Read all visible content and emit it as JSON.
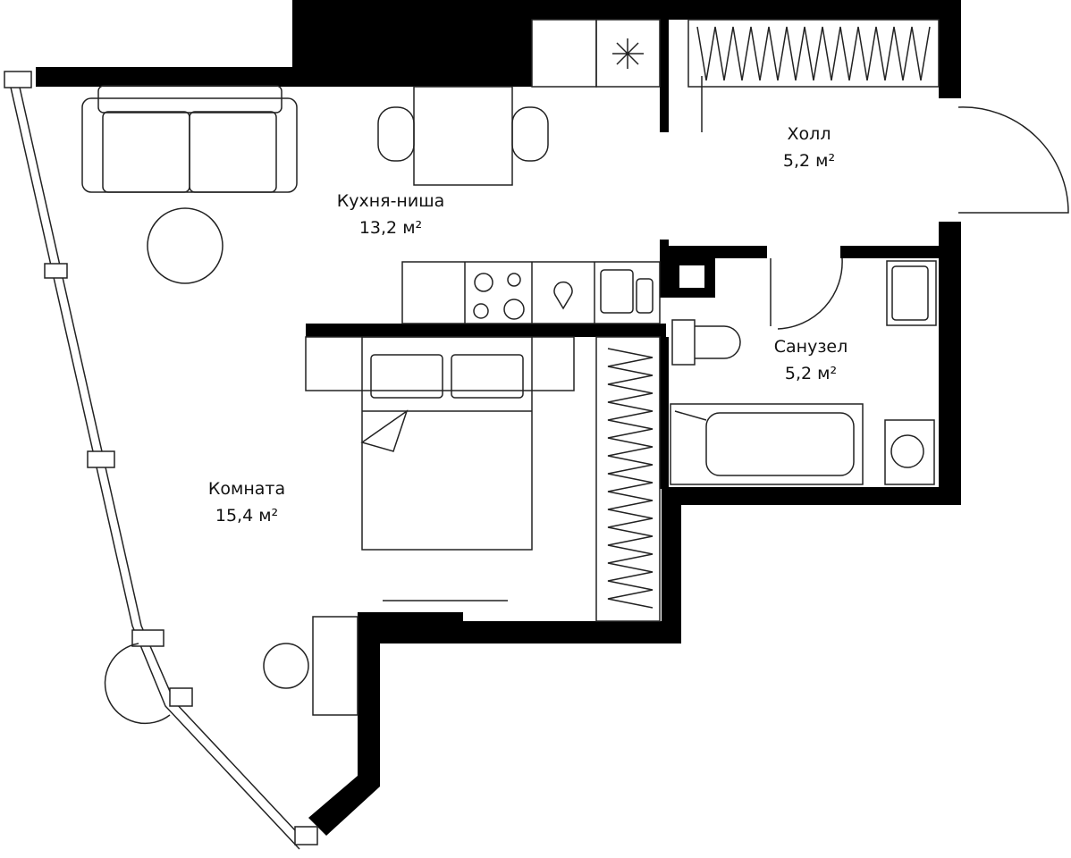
{
  "rooms": [
    {
      "name": "Кухня-ниша",
      "area": "13,2 м²"
    },
    {
      "name": "Холл",
      "area": "5,2 м²"
    },
    {
      "name": "Санузел",
      "area": "5,2 м²"
    },
    {
      "name": "Комната",
      "area": "15,4 м²"
    }
  ],
  "colors": {
    "wall": "#000000",
    "line": "#222222",
    "background": "#ffffff"
  }
}
